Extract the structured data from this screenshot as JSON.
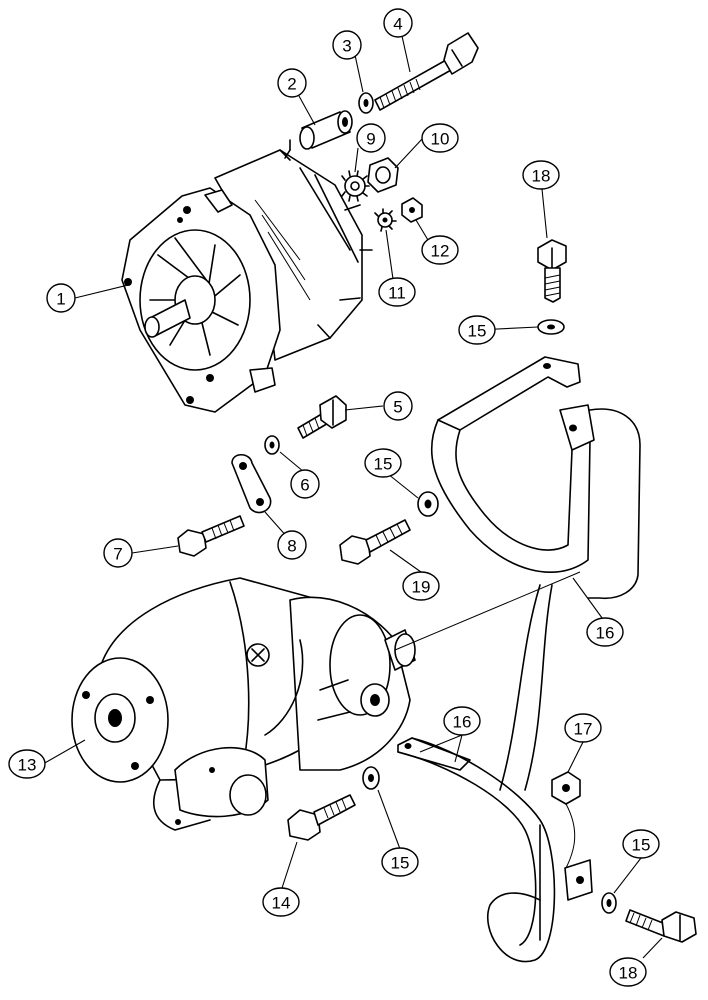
{
  "callouts": [
    {
      "id": "c1",
      "label": "1"
    },
    {
      "id": "c2",
      "label": "2"
    },
    {
      "id": "c3",
      "label": "3"
    },
    {
      "id": "c4",
      "label": "4"
    },
    {
      "id": "c5",
      "label": "5"
    },
    {
      "id": "c6",
      "label": "6"
    },
    {
      "id": "c7",
      "label": "7"
    },
    {
      "id": "c8",
      "label": "8"
    },
    {
      "id": "c9",
      "label": "9"
    },
    {
      "id": "c10",
      "label": "10"
    },
    {
      "id": "c11",
      "label": "11"
    },
    {
      "id": "c12",
      "label": "12"
    },
    {
      "id": "c13",
      "label": "13"
    },
    {
      "id": "c14",
      "label": "14"
    },
    {
      "id": "c15a",
      "label": "15"
    },
    {
      "id": "c15b",
      "label": "15"
    },
    {
      "id": "c15c",
      "label": "15"
    },
    {
      "id": "c15d",
      "label": "15"
    },
    {
      "id": "c16a",
      "label": "16"
    },
    {
      "id": "c16b",
      "label": "16"
    },
    {
      "id": "c17",
      "label": "17"
    },
    {
      "id": "c18a",
      "label": "18"
    },
    {
      "id": "c18b",
      "label": "18"
    },
    {
      "id": "c19",
      "label": "19"
    }
  ]
}
